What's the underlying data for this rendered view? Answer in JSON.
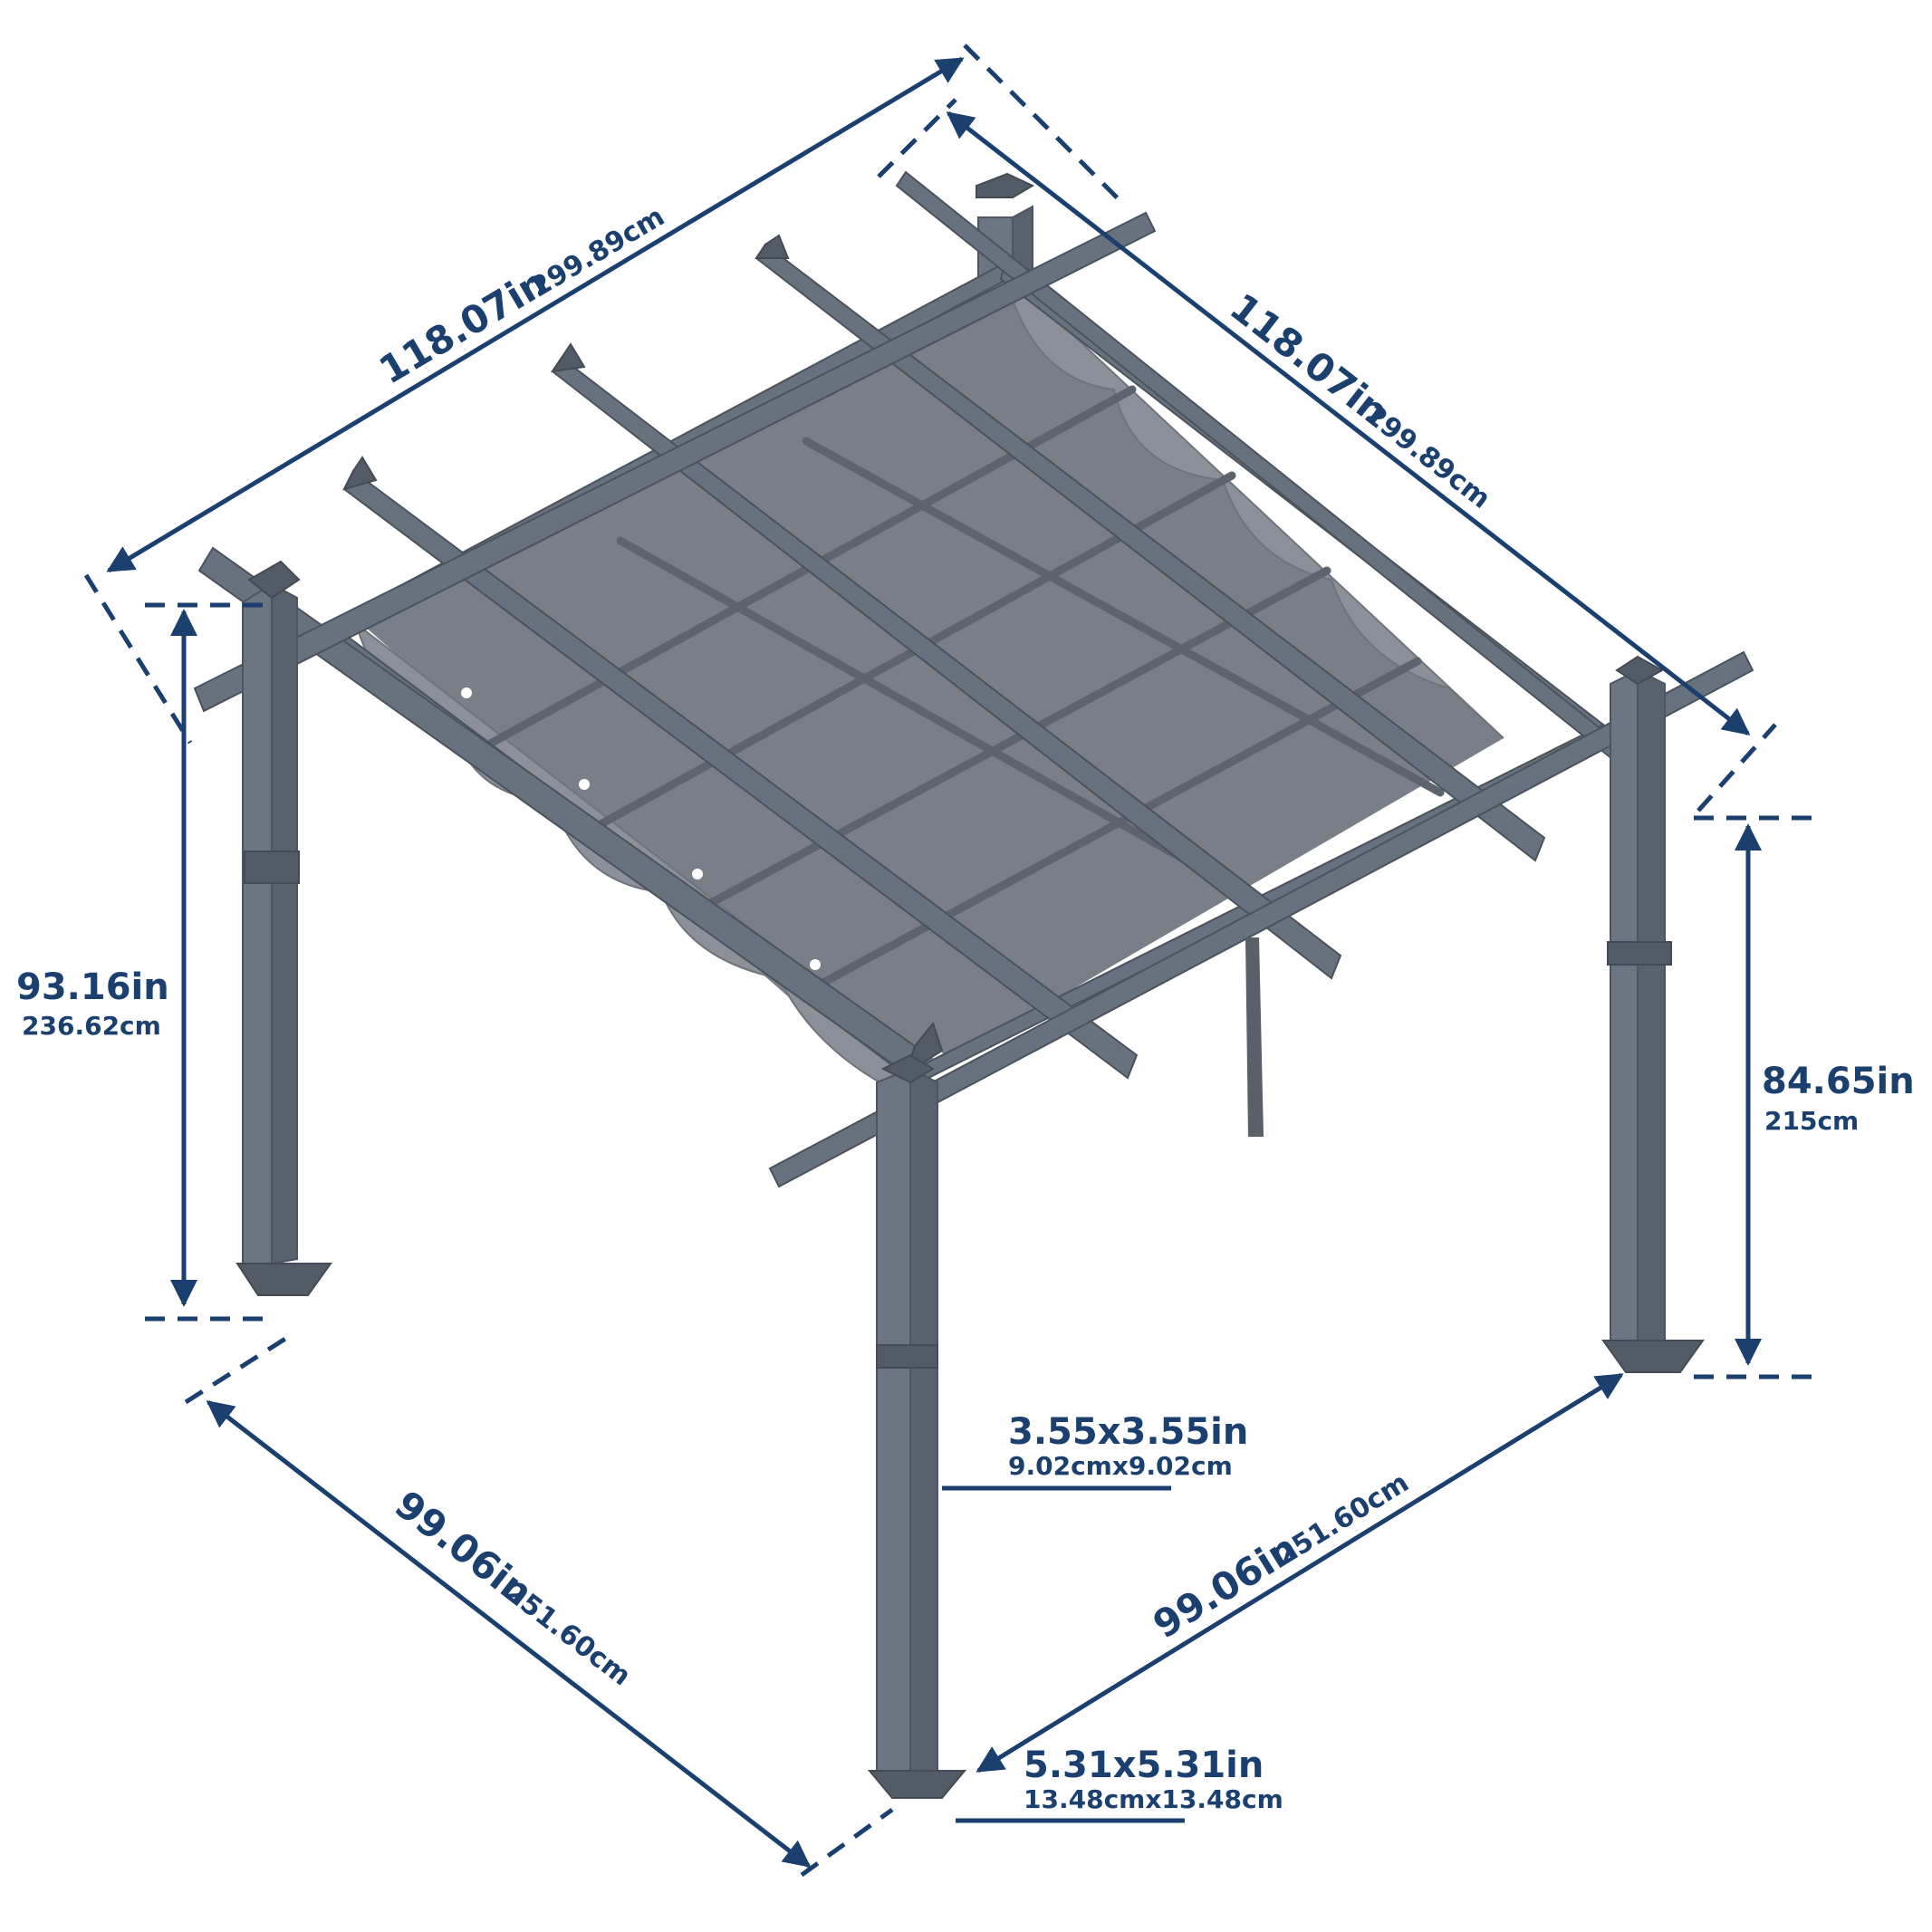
{
  "dimensions": {
    "top_left": {
      "main": "118.07in",
      "sub": "299.89cm"
    },
    "top_right": {
      "main": "118.07in",
      "sub": "299.89cm"
    },
    "height_left": {
      "main": "93.16in",
      "sub": "236.62cm"
    },
    "height_right": {
      "main": "84.65in",
      "sub": "215cm"
    },
    "post_size": {
      "main": "3.55x3.55in",
      "sub": "9.02cmx9.02cm"
    },
    "base_size": {
      "main": "5.31x5.31in",
      "sub": "13.48cmx13.48cm"
    },
    "bottom_left": {
      "main": "99.06in",
      "sub": "251.60cm"
    },
    "bottom_right": {
      "main": "99.06in",
      "sub": "251.60cm"
    }
  },
  "colors": {
    "dimension": "#1b3f6e",
    "frame": "#68727e",
    "canopy": "#7a7e86"
  }
}
